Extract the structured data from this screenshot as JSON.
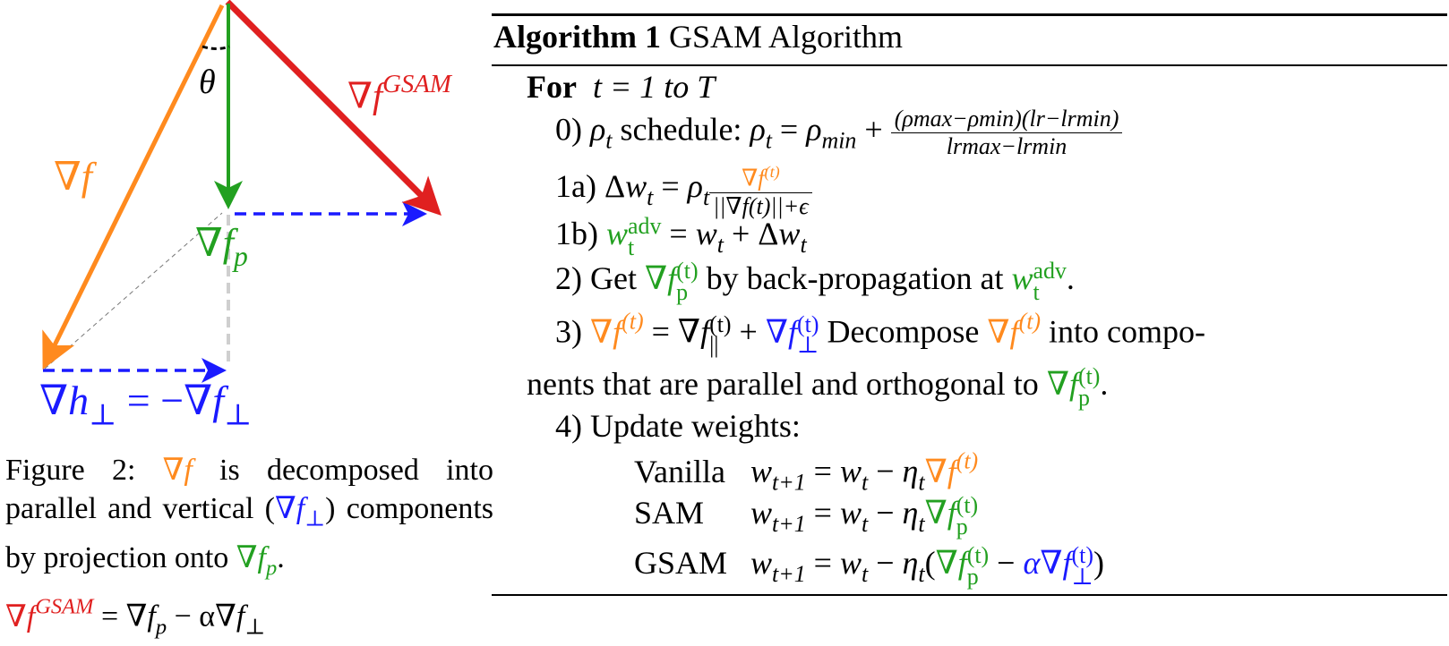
{
  "figure": {
    "theta": "θ",
    "grad_f_label": "f",
    "grad_f_gsam_label": "f",
    "grad_f_gsam_sup": "GSAM",
    "grad_fp_label": "f",
    "grad_fp_sub": "p",
    "grad_h_perp_label": "h",
    "grad_f_perp_label": "f",
    "caption": {
      "prefix": "Figure 2: ",
      "part1": " is decomposed into parallel and vertical (",
      "part2": ") com­ponents by projection onto ",
      "part3": ".",
      "line4_mid": " = ",
      "line4_minus": " − α"
    },
    "colors": {
      "grad_f": "#ff8a1e",
      "grad_f_gsam": "#e02020",
      "grad_fp": "#22a020",
      "grad_perp": "#1a1aff"
    }
  },
  "algorithm": {
    "title_bold": "Algorithm 1",
    "title_rest": " GSAM Algorithm",
    "for_keyword": "For",
    "for_range": "t = 1 to T",
    "step0": {
      "prefix": "0) ",
      "schedule_word": " schedule: ",
      "numerator": "(ρmax−ρmin)(lr−lrmin)",
      "denominator": "lrmax−lrmin"
    },
    "step1a": {
      "prefix": "1a) ",
      "denominator": "||∇f(t)||+ϵ"
    },
    "step1b": {
      "prefix": "1b) "
    },
    "step2": {
      "prefix": "2) Get ",
      "middle": " by back-propagation at ",
      "suffix": "."
    },
    "step3": {
      "prefix": "3) ",
      "middle": " Decompose ",
      "tail": " into compo-",
      "continuation": "nents that are parallel and orthogonal to ",
      "continuation_end": "."
    },
    "step4": {
      "label": "4) Update weights:"
    },
    "updates": [
      {
        "name": "Vanilla"
      },
      {
        "name": "SAM"
      },
      {
        "name": "GSAM"
      }
    ]
  }
}
